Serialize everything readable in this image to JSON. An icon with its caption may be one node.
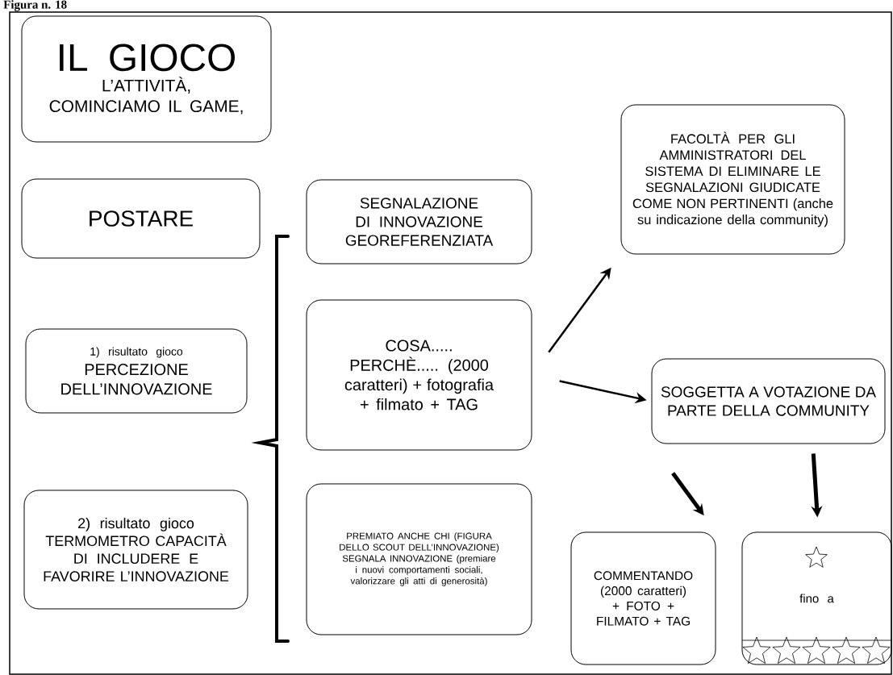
{
  "diagram": {
    "title": "Figura n. 18",
    "nodes": [
      {
        "text": [
          "IL GIOCO",
          "L’ATTIVITÀ, COMINCIAMO IL GAME,"
        ]
      },
      {
        "text": [
          "POSTARE"
        ]
      },
      {
        "text": [
          "SEGNALAZIONE DI INNOVAZIONE GEOREFERENZIATA"
        ]
      },
      {
        "text": [
          "FACOLTÀ PER GLI AMMINISTRATORI DEL SISTEMA DI ELIMINARE LE SEGNALAZIONI GIUDICATE COME NON PERTINENTI (anche su indicazione della community)"
        ]
      },
      {
        "text": [
          "1) risultato gioco",
          "PERCEZIONE DELL’INNOVAZIONE"
        ]
      },
      {
        "text": [
          "COSA..... PERCHÈ..... (2000 caratteri) + fotografia + filmato + TAG"
        ]
      },
      {
        "text": [
          "SOGGETTA A VOTAZIONE DA PARTE DELLA COMMUNITY"
        ]
      },
      {
        "text": [
          "2) risultato gioco TERMOMETRO CAPACITÀ DI INCLUDERE E FAVORIRE L’INNOVAZIONE"
        ]
      },
      {
        "text": [
          "PREMIATO ANCHE CHI (FIGURA DELLO SCOUT DELL’INNOVAZIONE) SEGNALA INNOVAZIONE (premiare i nuovi comportamenti sociali, valorizzare gli atti di generosità)"
        ]
      },
      {
        "text": [
          "COMMENTANDO (2000 caratteri) + FOTO + FILMATO + TAG"
        ]
      },
      {
        "text": [
          "fino a"
        ]
      }
    ],
    "edges": [
      {
        "from": 5,
        "to": 3,
        "arrow": "to"
      },
      {
        "from": 5,
        "to": 6,
        "arrow": "to"
      },
      {
        "from": 6,
        "to": 9,
        "arrow": "to",
        "style": "thick"
      },
      {
        "from": 6,
        "to": 10,
        "arrow": "to",
        "style": "thick"
      }
    ]
  }
}
